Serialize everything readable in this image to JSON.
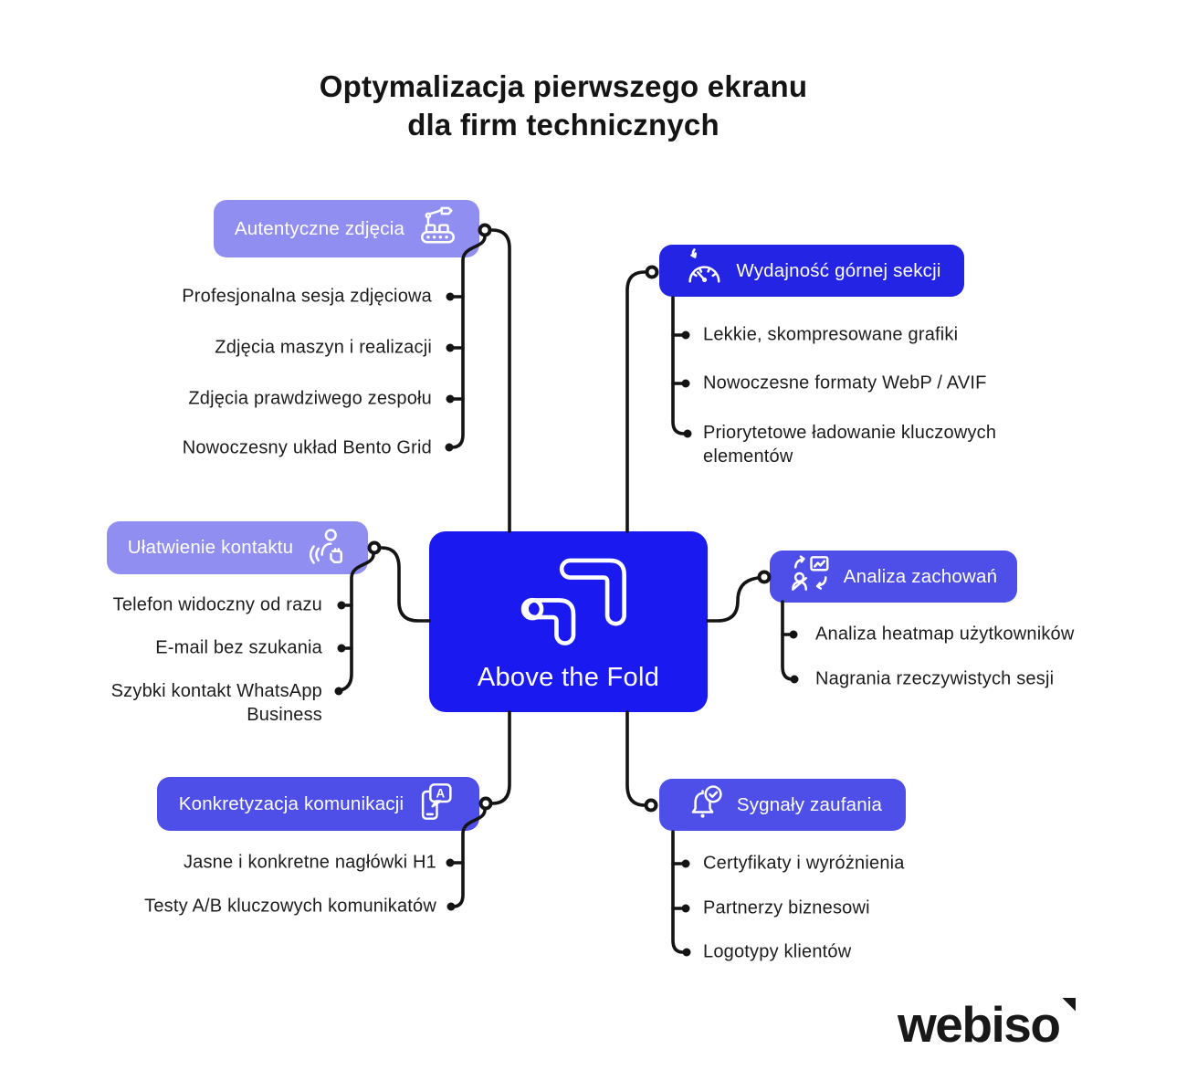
{
  "title": {
    "line1": "Optymalizacja pierwszego ekranu",
    "line2": "dla firm technicznych"
  },
  "center": {
    "label": "Above the Fold",
    "icon": "webiso-mark-icon"
  },
  "branches": [
    {
      "label": "Autentyczne zdjęcia",
      "icon": "factory-robot-icon",
      "items": [
        "Profesjonalna sesja zdjęciowa",
        "Zdjęcia maszyn i realizacji",
        "Zdjęcia prawdziwego zespołu",
        "Nowoczesny układ Bento Grid"
      ]
    },
    {
      "label": "Wydajność górnej sekcji",
      "icon": "speed-gauge-icon",
      "items": [
        "Lekkie, skompresowane grafiki",
        "Nowoczesne formaty WebP / AVIF",
        "Priorytetowe ładowanie kluczowych elementów"
      ]
    },
    {
      "label": "Ułatwienie kontaktu",
      "icon": "contact-person-icon",
      "items": [
        "Telefon widoczny od razu",
        "E-mail bez szukania",
        "Szybki kontakt WhatsApp Business"
      ]
    },
    {
      "label": "Analiza zachowań",
      "icon": "behavior-analytics-icon",
      "items": [
        "Analiza heatmap użytkowników",
        "Nagrania rzeczywistych sesji"
      ]
    },
    {
      "label": "Konkretyzacja komunikacji",
      "icon": "message-phone-icon",
      "icon_letter": "A",
      "items": [
        "Jasne i konkretne nagłówki H1",
        "Testy A/B kluczowych komunikatów"
      ]
    },
    {
      "label": "Sygnały zaufania",
      "icon": "bell-check-icon",
      "items": [
        "Certyfikaty i wyróżnienia",
        "Partnerzy biznesowi",
        "Logotypy klientów"
      ]
    }
  ],
  "logo": {
    "text": "webiso"
  },
  "colors": {
    "light_purple": "#918EF2",
    "deep_blue": "#2424E4",
    "indigo": "#4E4FE9",
    "center_blue": "#1A1AF0",
    "line": "#141414",
    "text": "#1C1C1C"
  }
}
